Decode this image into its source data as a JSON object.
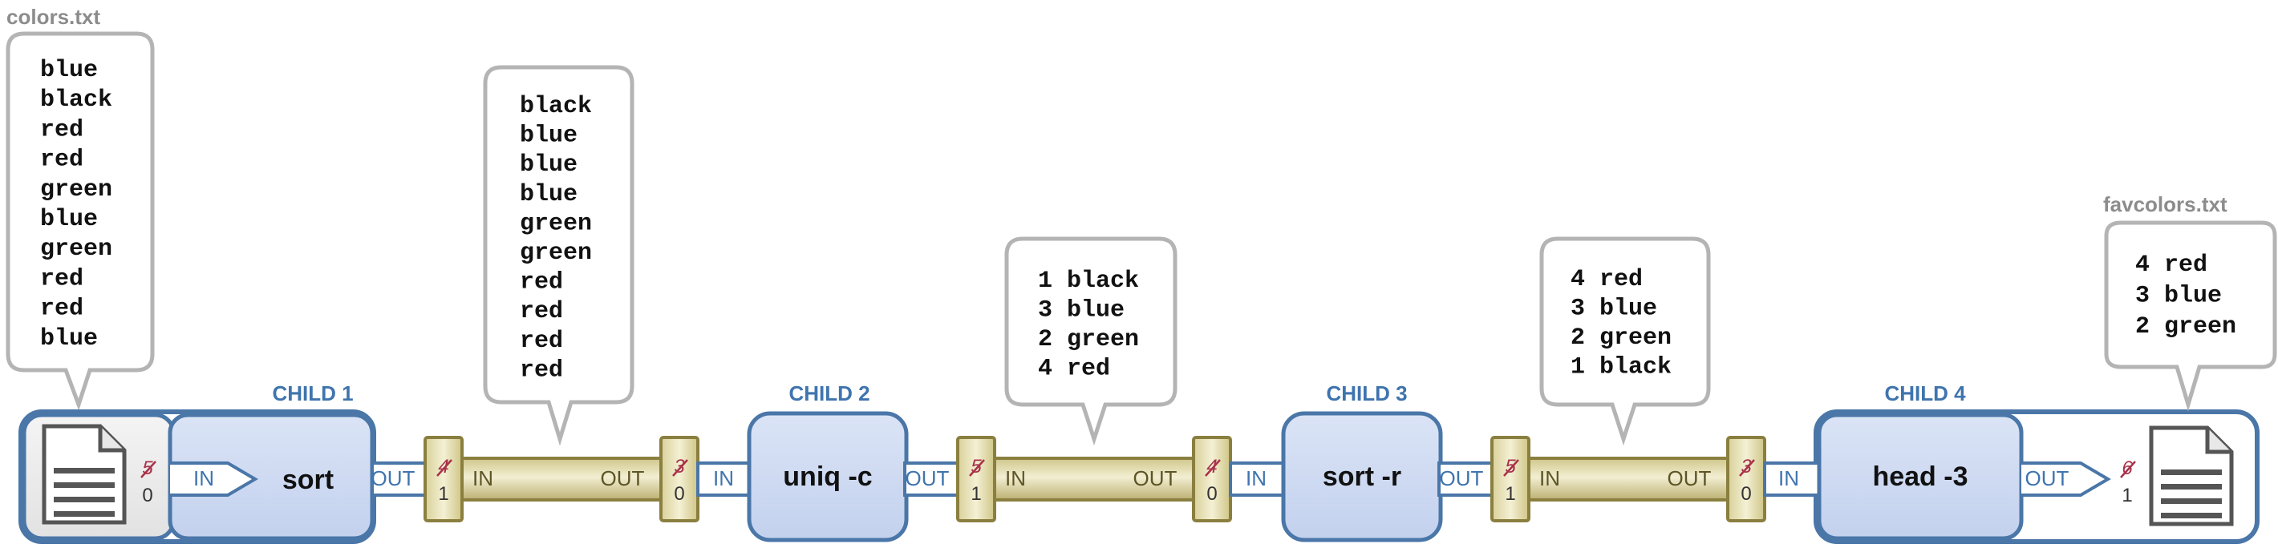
{
  "input_file": {
    "name": "colors.txt",
    "fd_struck": "5",
    "fd": "0"
  },
  "output_file": {
    "name": "favcolors.txt",
    "fd_struck": "6",
    "fd": "1"
  },
  "children": [
    {
      "label": "CHILD 1",
      "command": "sort",
      "in": "IN",
      "out": "OUT"
    },
    {
      "label": "CHILD 2",
      "command": "uniq -c",
      "in": "IN",
      "out": "OUT"
    },
    {
      "label": "CHILD 3",
      "command": "sort -r",
      "in": "IN",
      "out": "OUT"
    },
    {
      "label": "CHILD 4",
      "command": "head -3",
      "in": "IN",
      "out": "OUT"
    }
  ],
  "pipes": [
    {
      "in": "IN",
      "out": "OUT",
      "left_struck": "4",
      "left_fd": "1",
      "right_struck": "3",
      "right_fd": "0"
    },
    {
      "in": "IN",
      "out": "OUT",
      "left_struck": "5",
      "left_fd": "1",
      "right_struck": "4",
      "right_fd": "0"
    },
    {
      "in": "IN",
      "out": "OUT",
      "left_struck": "5",
      "left_fd": "1",
      "right_struck": "3",
      "right_fd": "0"
    }
  ],
  "bubbles": [
    {
      "lines": [
        "blue",
        "black",
        "red",
        "red",
        "green",
        "blue",
        "green",
        "red",
        "red",
        "blue"
      ]
    },
    {
      "lines": [
        "black",
        "blue",
        "blue",
        "blue",
        "green",
        "green",
        "red",
        "red",
        "red",
        "red"
      ]
    },
    {
      "lines": [
        "1 black",
        "3 blue",
        "2 green",
        "4 red"
      ]
    },
    {
      "lines": [
        "4 red",
        "3 blue",
        "2 green",
        "1 black"
      ]
    },
    {
      "lines": [
        "4 red",
        "3 blue",
        "2 green"
      ]
    }
  ],
  "colors": {
    "child_fill": "#d1dcf2",
    "child_stroke": "#4a76a8",
    "child_label": "#3f74ae",
    "pipe_fill": "#ddd6a4",
    "pipe_stroke": "#8a7f3f",
    "bubble_stroke": "#b4b4b4",
    "strike": "#a8324a",
    "file_icon": "#555555"
  },
  "icons": {
    "file": "document-icon"
  }
}
